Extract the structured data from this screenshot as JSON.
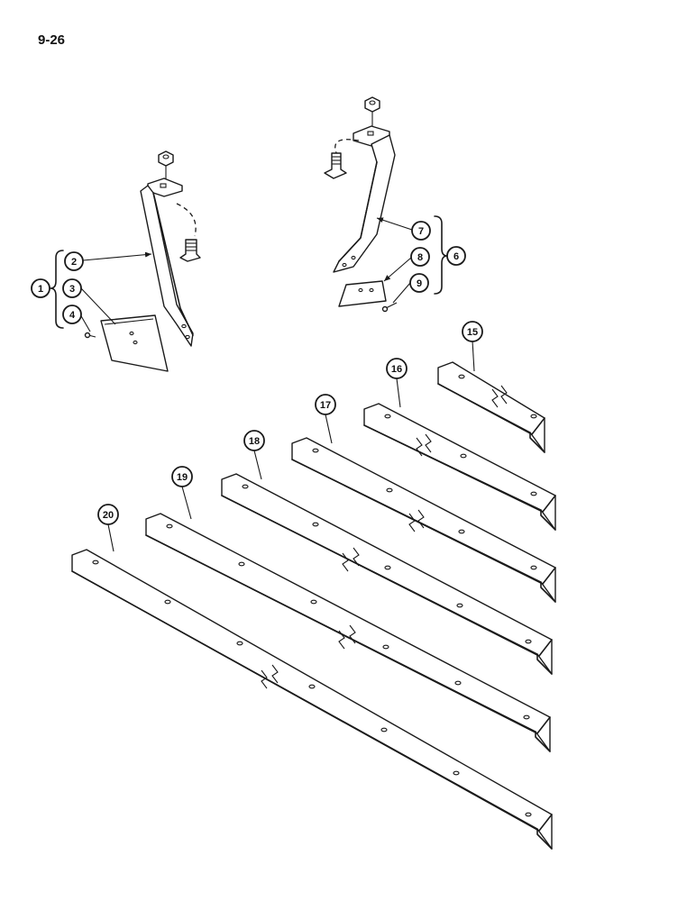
{
  "page": {
    "number": "9-26"
  },
  "callouts": [
    {
      "id": "1",
      "label": "1"
    },
    {
      "id": "2",
      "label": "2"
    },
    {
      "id": "3",
      "label": "3"
    },
    {
      "id": "4",
      "label": "4"
    },
    {
      "id": "6",
      "label": "6"
    },
    {
      "id": "7",
      "label": "7"
    },
    {
      "id": "8",
      "label": "8"
    },
    {
      "id": "9",
      "label": "9"
    },
    {
      "id": "15",
      "label": "15"
    },
    {
      "id": "16",
      "label": "16"
    },
    {
      "id": "17",
      "label": "17"
    },
    {
      "id": "18",
      "label": "18"
    },
    {
      "id": "19",
      "label": "19"
    },
    {
      "id": "20",
      "label": "20"
    }
  ]
}
